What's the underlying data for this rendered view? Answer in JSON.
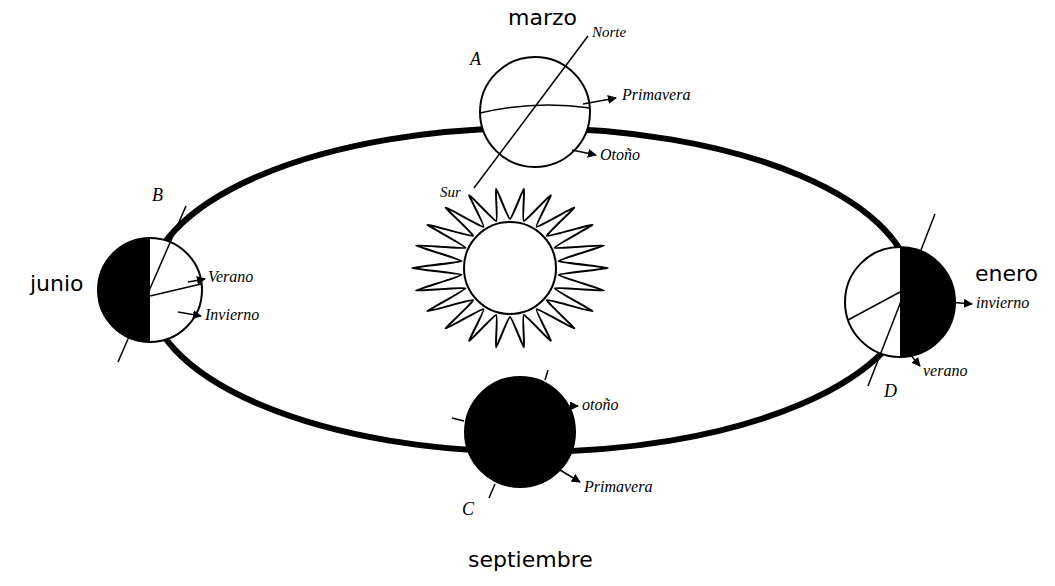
{
  "diagram": {
    "labels": [
      "marzo",
      "A",
      "Norte",
      "Primavera",
      "Otoño",
      "Sur",
      "B",
      "junio",
      "Verano",
      "Invierno",
      "enero",
      "invierno",
      "D",
      "verano",
      "otoño",
      "Primavera",
      "C",
      "septiembre"
    ]
  }
}
